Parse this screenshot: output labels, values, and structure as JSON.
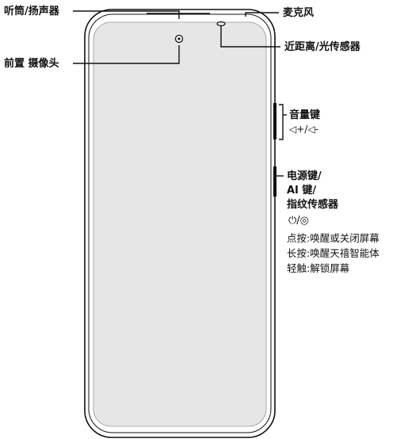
{
  "labels": {
    "earpiece": "听筒/扬声器",
    "microphone": "麦克风",
    "front_camera": "前置 摄像头",
    "proximity_sensor": "近距离/光传感器",
    "volume_key": "音量键",
    "volume_symbols": "◁+/◁-",
    "power_key_line1": "电源键/",
    "power_key_line2": "AI 键/",
    "power_key_line3": "指纹传感器",
    "power_symbols": "⏻/◎"
  },
  "power_key_functions": [
    "点按:唤醒或关闭屏幕",
    "长按:唤醒天禧智能体",
    "轻触:解锁屏幕"
  ]
}
